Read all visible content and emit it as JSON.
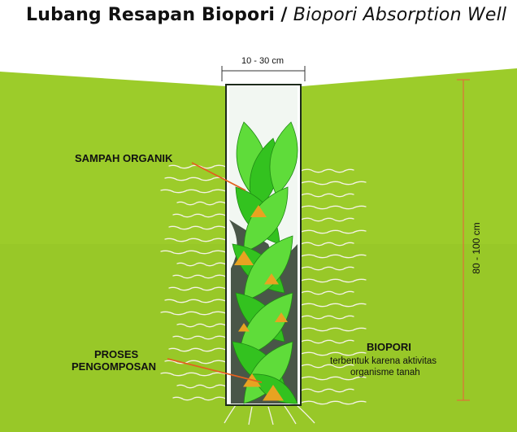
{
  "title": {
    "main": "Lubang Resapan Biopori",
    "separator": "/",
    "translation": "Biopori Absorption Well"
  },
  "dimensions": {
    "width_label": "10 - 30 cm",
    "depth_label": "80 - 100 cm"
  },
  "labels": {
    "organic_waste": "SAMPAH ORGANIK",
    "composting_line1": "PROSES",
    "composting_line2": "PENGOMPOSAN",
    "biopori_title": "BIOPORI",
    "biopori_desc_line1": "terbentuk karena aktivitas",
    "biopori_desc_line2": "organisme tanah"
  },
  "colors": {
    "soil": "#9ccc2a",
    "soil_dark": "#8fbf22",
    "hole": "#ffffff",
    "leaf": "#33c21f",
    "leaf_light": "#5fdc3a",
    "compost": "#e8a321",
    "dark_matter": "#2b3a2a",
    "pointer": "#e2611f",
    "dimension": "#e0703a",
    "pores": "#f4f2e4"
  }
}
